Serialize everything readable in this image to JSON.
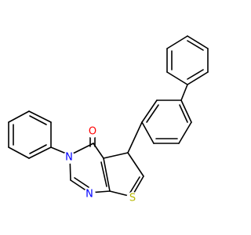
{
  "structure": {
    "type": "chemical-structure",
    "atom_labels": {
      "oxygen": "O",
      "nitrogen_3": "N",
      "nitrogen_1": "N",
      "sulfur": "S"
    },
    "colors": {
      "bond": "#000000",
      "oxygen": "#ff0000",
      "nitrogen": "#0000ff",
      "sulfur": "#b8b800"
    }
  }
}
